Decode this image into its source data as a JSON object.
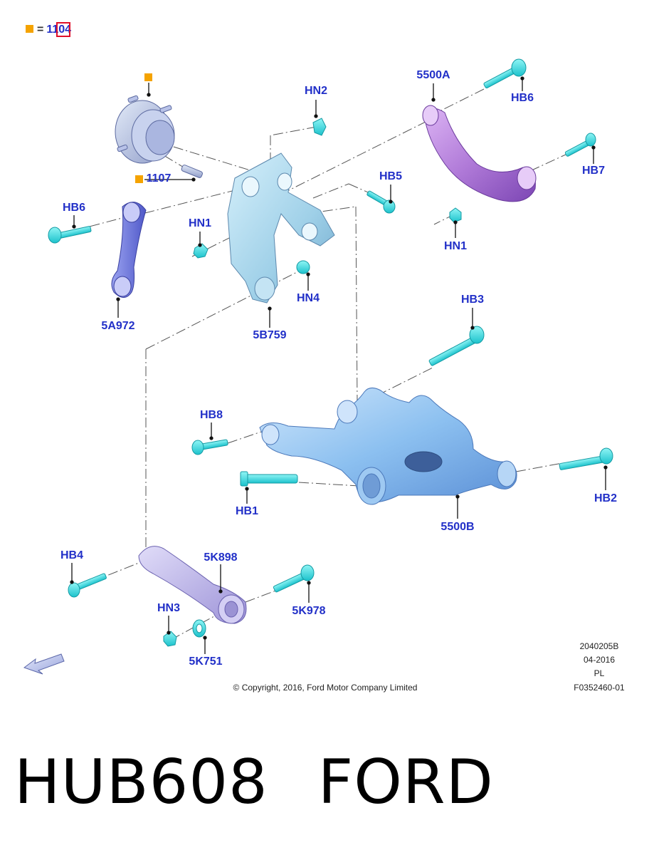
{
  "legend": {
    "symbol": "orange-square",
    "equals": "=",
    "part": "1104"
  },
  "labels": {
    "l1107": "1107",
    "hn2": "HN2",
    "p5500a": "5500A",
    "hb6_top": "HB6",
    "hb7": "HB7",
    "hb5": "HB5",
    "hb6_left": "HB6",
    "hn1_left": "HN1",
    "hn1_right": "HN1",
    "hn4": "HN4",
    "p5a972": "5A972",
    "p5b759": "5B759",
    "hb3": "HB3",
    "hb8": "HB8",
    "hb1": "HB1",
    "hb2": "HB2",
    "p5500b": "5500B",
    "hb4": "HB4",
    "p5k898": "5K898",
    "hn3": "HN3",
    "p5k751": "5K751",
    "p5k978": "5K978"
  },
  "copyright": "© Copyright, 2016, Ford Motor Company Limited",
  "meta": {
    "code": "2040205B",
    "date": "04-2016",
    "lang": "PL",
    "ref": "F0352460-01"
  },
  "title": {
    "part_number": "HUB608",
    "brand": "FORD"
  },
  "colors": {
    "label": "#2230c8",
    "marker": "#f5a300",
    "highlight": "#e0102a",
    "knuckle": "#a9d8ec",
    "arm_lower": "#8fc3f0",
    "arm_upper": "#b07ad8",
    "link_blue": "#6f78e0",
    "link_lavender": "#b8b0e6",
    "fastener": "#3fe0e6"
  }
}
